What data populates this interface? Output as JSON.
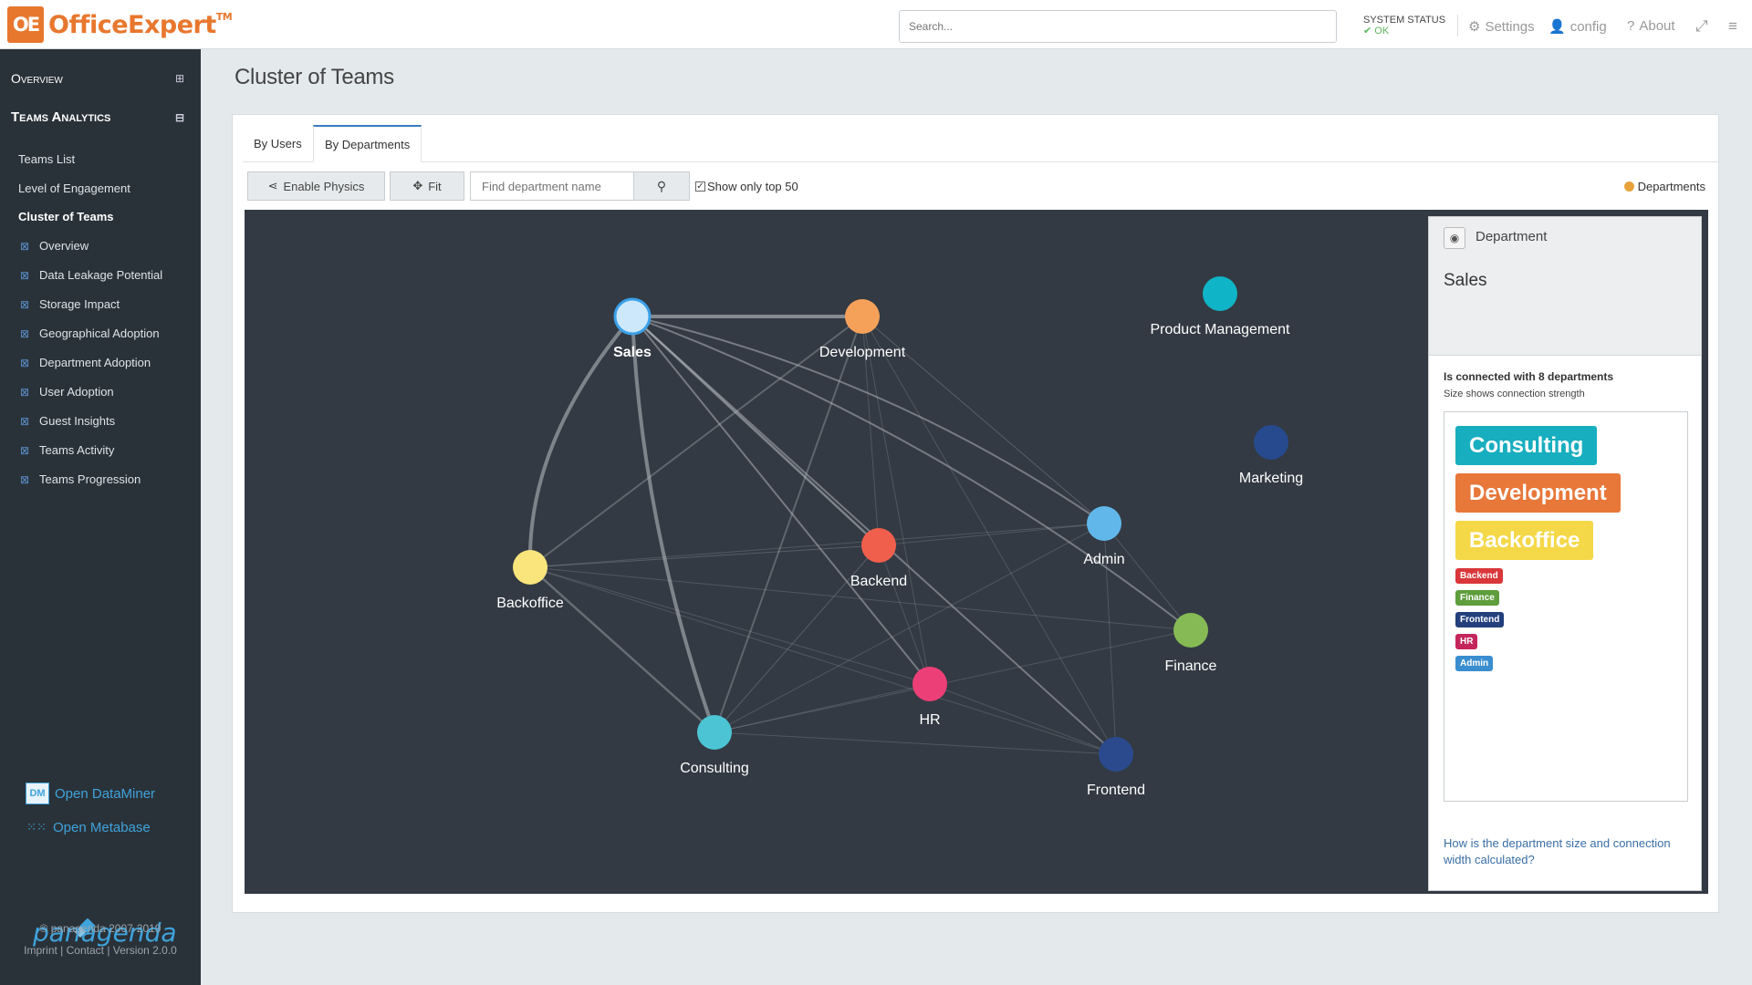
{
  "app": {
    "logo_mark": "OE",
    "logo_name": "OfficeExpert",
    "logo_tm": "TM"
  },
  "topbar": {
    "search_placeholder": "Search...",
    "system_status_label": "SYSTEM STATUS",
    "system_status_value": "✔ OK",
    "settings_label": "Settings",
    "config_label": "config",
    "about_label": "About"
  },
  "sidebar": {
    "overview": "Overview",
    "overview_toggle": "⊞",
    "teams_analytics": "Teams Analytics",
    "teams_analytics_toggle": "⊟",
    "items": [
      "Teams List",
      "Level of Engagement",
      "Cluster of Teams"
    ],
    "sub_items": [
      "Overview",
      "Data Leakage Potential",
      "Storage Impact",
      "Geographical Adoption",
      "Department Adoption",
      "User Adoption",
      "Guest Insights",
      "Teams Activity",
      "Teams Progression"
    ],
    "open_dataminer": "Open DataMiner",
    "open_dataminer_icon": "DM",
    "open_metabase": "Open Metabase",
    "brand": "panagenda",
    "copyright": "© panagenda 2007-2019",
    "footer_links": "Imprint | Contact | Version 2.0.0"
  },
  "main": {
    "title": "Cluster of Teams",
    "tabs": [
      "By Users",
      "By Departments"
    ],
    "active_tab": "By Departments",
    "enable_physics": "Enable Physics",
    "fit": "Fit",
    "find_placeholder": "Find department name",
    "show_top": "Show only top 50",
    "legend": "Departments",
    "legend_color": "#e8a23a"
  },
  "graph": {
    "nodes": [
      {
        "name": "Sales",
        "color": "#cde8fa",
        "ring": "#3aa0e8",
        "bold": true
      },
      {
        "name": "Development",
        "color": "#f6a15a"
      },
      {
        "name": "Product Management",
        "color": "#0fb5c6"
      },
      {
        "name": "Marketing",
        "color": "#274a8e"
      },
      {
        "name": "Admin",
        "color": "#62b7ea"
      },
      {
        "name": "Backend",
        "color": "#f05f4c"
      },
      {
        "name": "Backoffice",
        "color": "#f9e57c"
      },
      {
        "name": "Finance",
        "color": "#86ba55"
      },
      {
        "name": "HR",
        "color": "#ec3f77"
      },
      {
        "name": "Consulting",
        "color": "#4cc4d4"
      },
      {
        "name": "Frontend",
        "color": "#2b4a8e"
      }
    ]
  },
  "info": {
    "label": "Department",
    "name": "Sales",
    "connected": "Is connected with 8 departments",
    "size_note": "Size shows connection strength",
    "question": "How is the department size and connection width calculated?",
    "tags": [
      {
        "name": "Consulting",
        "color": "#17aebf",
        "size": "large"
      },
      {
        "name": "Development",
        "color": "#e8773a",
        "size": "large"
      },
      {
        "name": "Backoffice",
        "color": "#f5d848",
        "size": "large"
      },
      {
        "name": "Backend",
        "color": "#d9373a",
        "size": "small"
      },
      {
        "name": "Finance",
        "color": "#5e9e3c",
        "size": "small"
      },
      {
        "name": "Frontend",
        "color": "#233f7c",
        "size": "small"
      },
      {
        "name": "HR",
        "color": "#c4265c",
        "size": "small"
      },
      {
        "name": "Admin",
        "color": "#3a8ed0",
        "size": "small"
      }
    ]
  }
}
